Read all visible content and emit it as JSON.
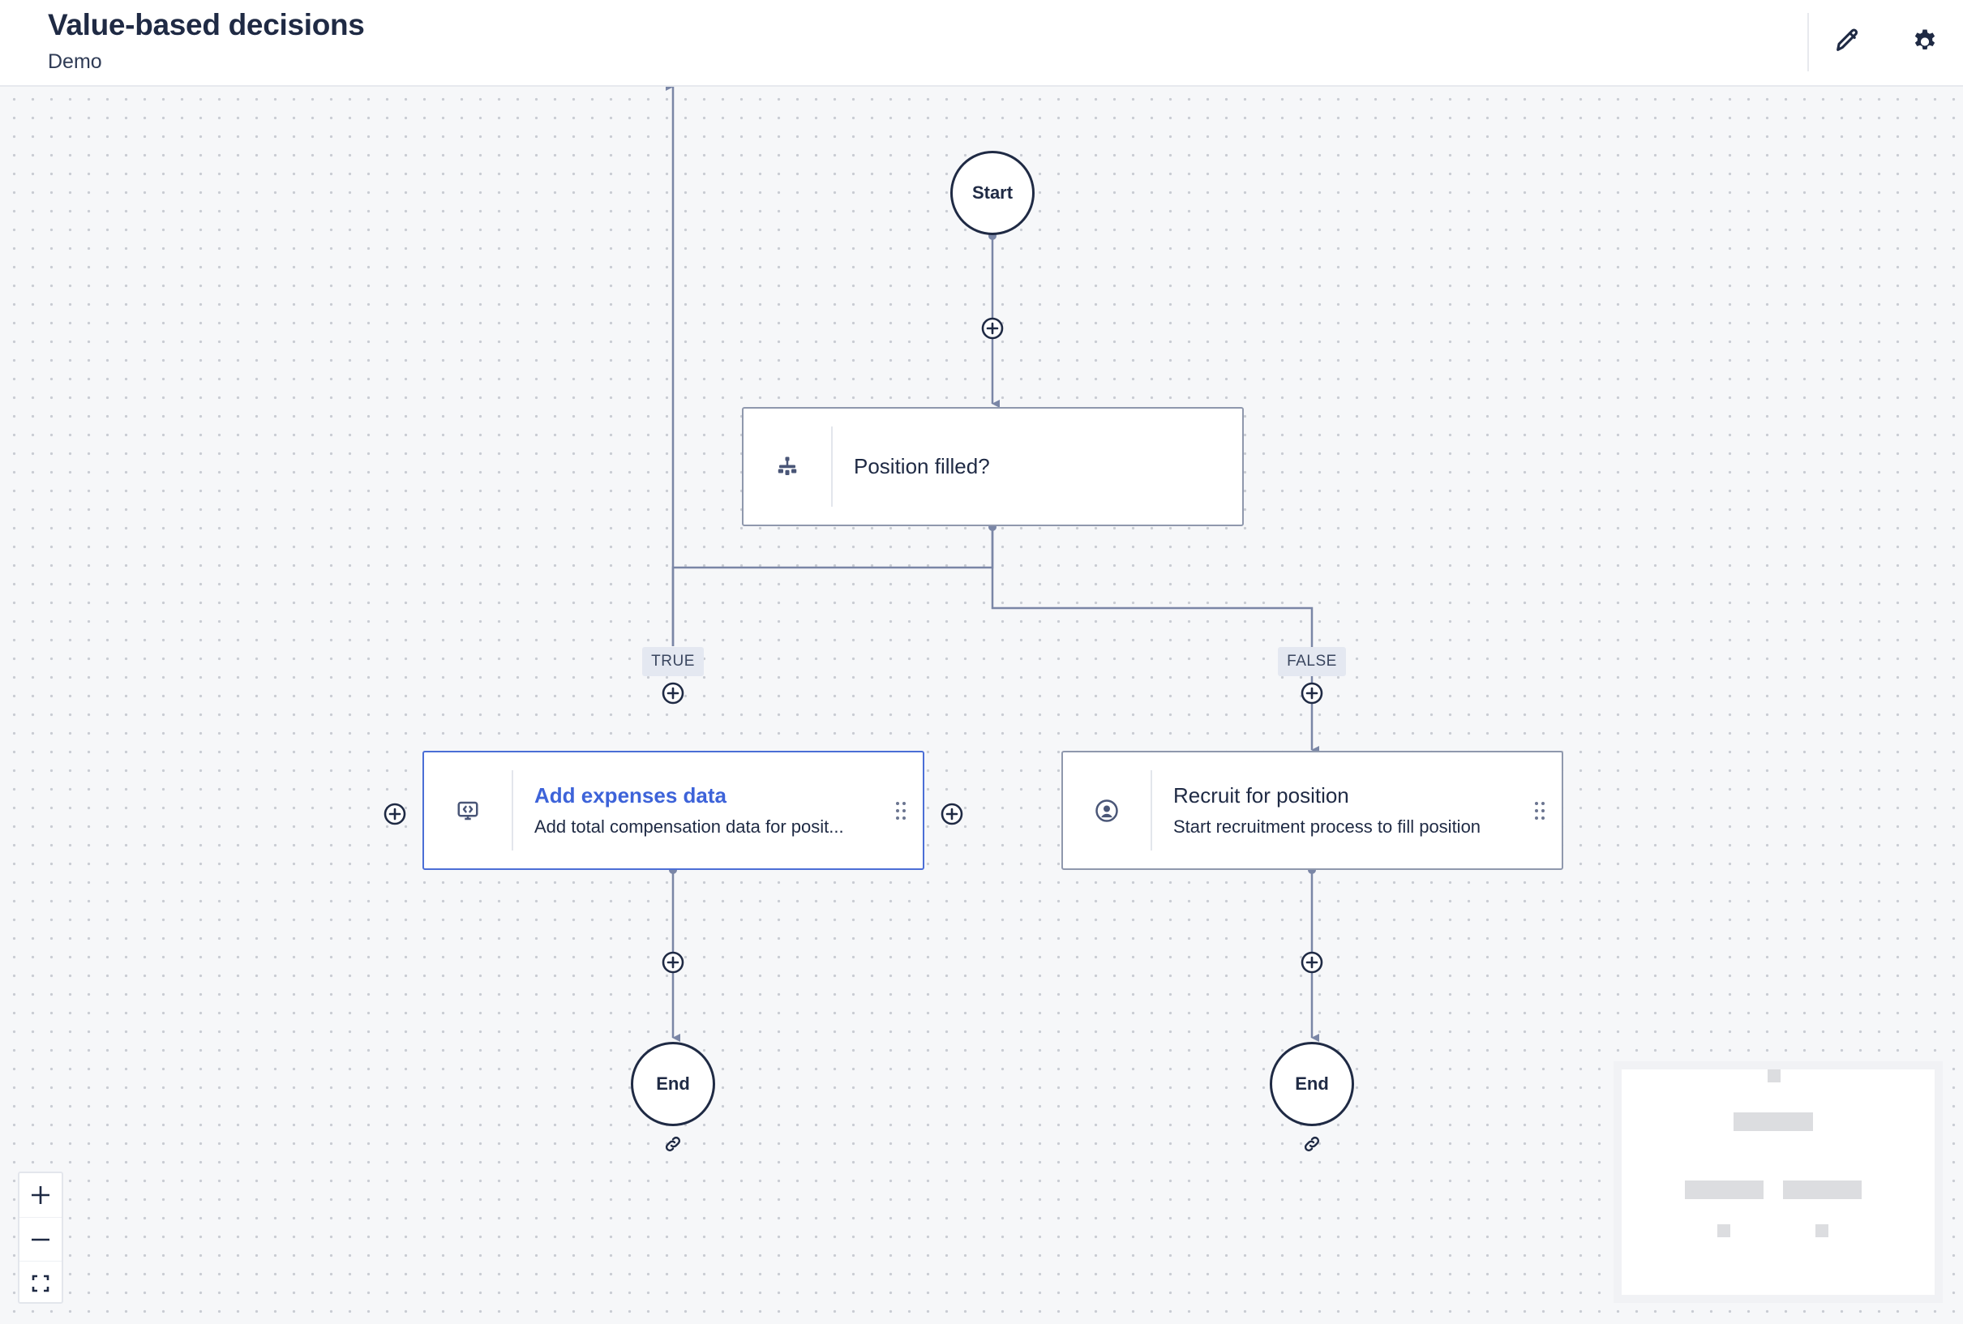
{
  "header": {
    "title": "Value-based decisions",
    "subtitle": "Demo",
    "edit_icon": "pencil-icon",
    "settings_icon": "gear-icon"
  },
  "flow": {
    "start": {
      "label": "Start"
    },
    "decision": {
      "title": "Position filled?",
      "icon": "decision-branch-icon"
    },
    "branches": [
      {
        "label": "TRUE",
        "step": {
          "title": "Add expenses data",
          "description": "Add total compensation data for posit...",
          "icon": "form-screen-icon"
        },
        "end": {
          "label": "End"
        }
      },
      {
        "label": "FALSE",
        "step": {
          "title": "Recruit for position",
          "description": "Start recruitment process to fill position",
          "icon": "user-task-icon"
        },
        "end": {
          "label": "End"
        }
      }
    ]
  },
  "controls": {
    "zoom_in_icon": "plus-icon",
    "zoom_out_icon": "minus-icon",
    "fit_icon": "fit-view-icon"
  },
  "colors": {
    "text": "#1f2a44",
    "connector": "#7a86a6",
    "link_title": "#3d63d9",
    "selected_border": "#4b6ed6",
    "card_border": "#8f98ad",
    "canvas_bg": "#f6f7f9"
  }
}
